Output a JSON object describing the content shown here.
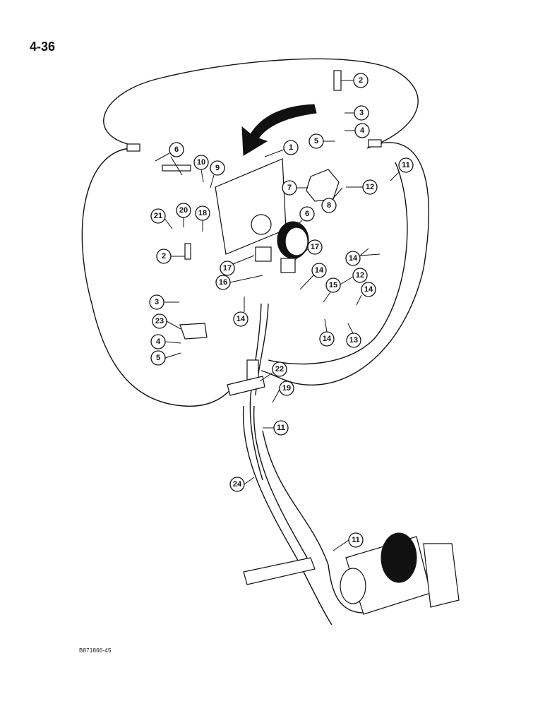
{
  "page": {
    "number": "4-36",
    "figure_code": "B871866-45"
  },
  "callouts": [
    "1",
    "2",
    "3",
    "4",
    "5",
    "6",
    "7",
    "8",
    "9",
    "10",
    "11",
    "12",
    "13",
    "14",
    "15",
    "16",
    "17",
    "18",
    "19",
    "20",
    "21",
    "22",
    "23",
    "24"
  ]
}
